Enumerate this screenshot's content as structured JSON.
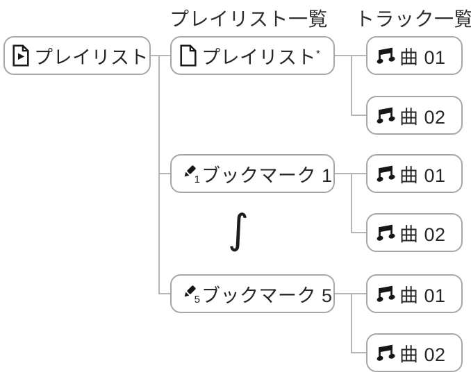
{
  "diagram": {
    "headers": {
      "playlist_list": "プレイリスト一覧",
      "track_list": "トラック一覧"
    },
    "root": {
      "label": "プレイリスト",
      "icon": "playlist-document-play-icon"
    },
    "playlists": [
      {
        "label": "プレイリスト",
        "note_marker": "*",
        "icon": "document-icon",
        "tracks": [
          "曲 01",
          "曲 02"
        ]
      },
      {
        "label": "ブックマーク 1",
        "icon": "pen-icon",
        "pen_number": "1",
        "tracks": [
          "曲 01",
          "曲 02"
        ]
      },
      {
        "label": "ブックマーク 5",
        "icon": "pen-icon",
        "pen_number": "5",
        "tracks": [
          "曲 01",
          "曲 02"
        ]
      }
    ],
    "ellipsis_symbol": "∫",
    "colors": {
      "box_border": "#a6a6a6",
      "connector_line": "#b5b5b5",
      "text": "#262626",
      "icon": "#161616",
      "background": "#ffffff"
    }
  }
}
